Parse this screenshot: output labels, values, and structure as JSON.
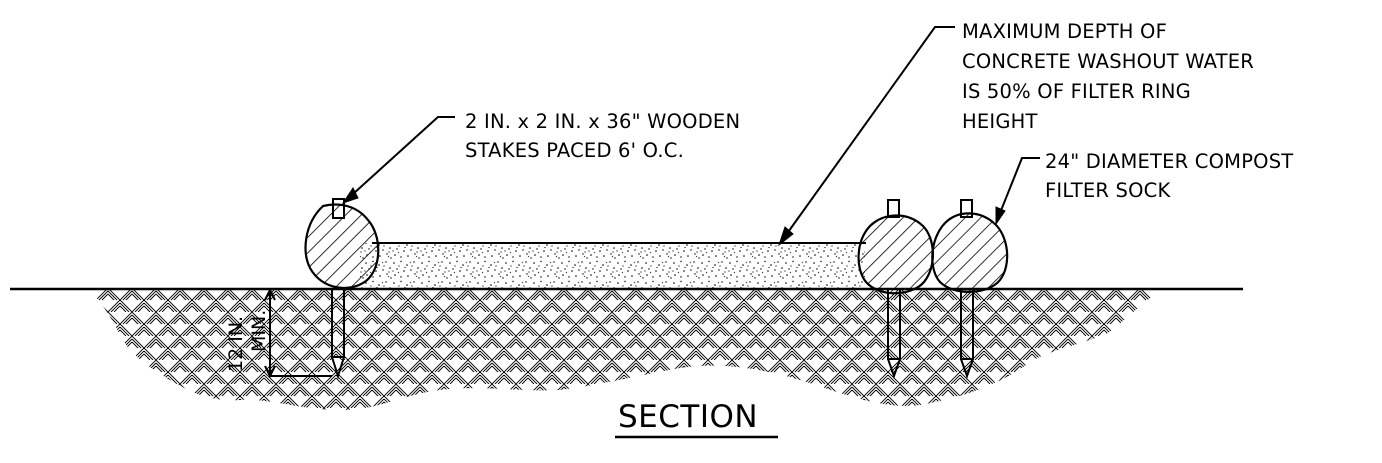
{
  "title": "SECTION",
  "labels": {
    "stakes": [
      "2 IN. x 2 IN. x 36\" WOODEN",
      "STAKES PACED 6' O.C."
    ],
    "max_depth": [
      "MAXIMUM DEPTH OF",
      "CONCRETE WASHOUT WATER",
      "IS 50% OF FILTER RING",
      "HEIGHT"
    ],
    "sock": [
      "24\" DIAMETER COMPOST",
      "FILTER SOCK"
    ]
  },
  "dimension": {
    "value": "12 IN.",
    "qualifier": "MIN."
  }
}
